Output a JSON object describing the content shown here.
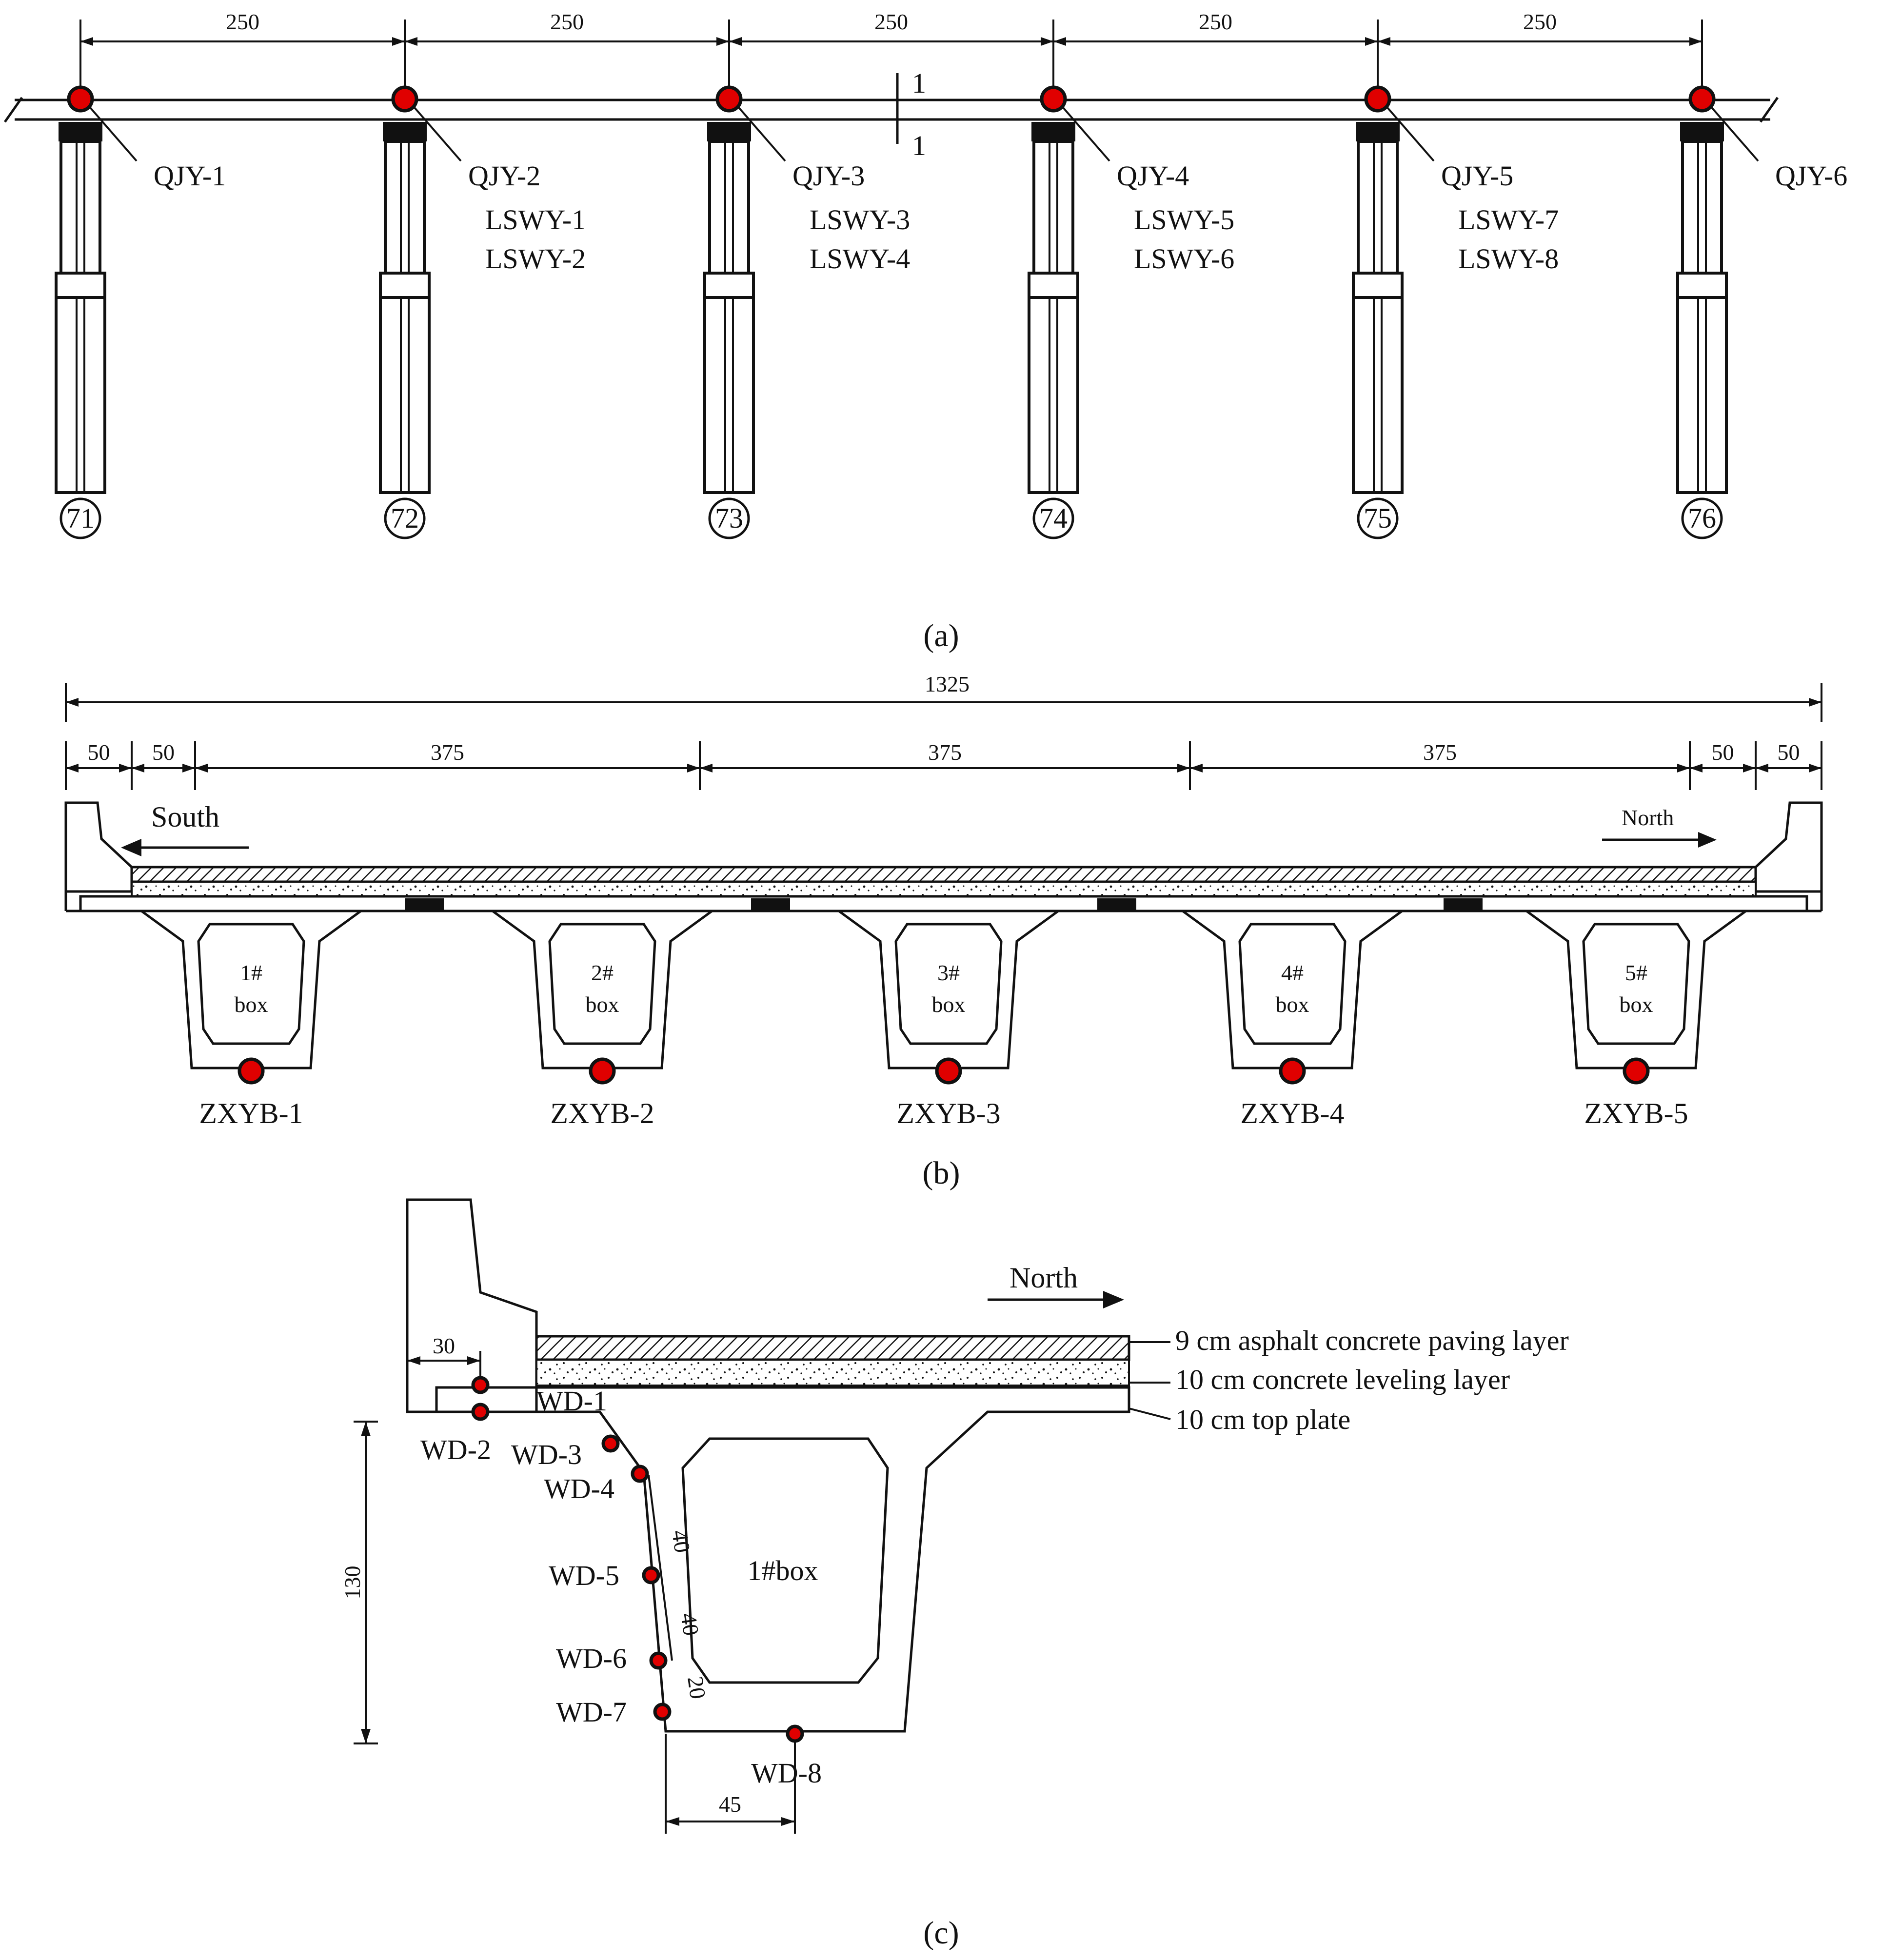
{
  "panel_a": {
    "spans": [
      "250",
      "250",
      "250",
      "250",
      "250"
    ],
    "section_mark": "1",
    "sensors": [
      {
        "id": "QJY-1",
        "extra": []
      },
      {
        "id": "QJY-2",
        "extra": [
          "LSWY-1",
          "LSWY-2"
        ]
      },
      {
        "id": "QJY-3",
        "extra": [
          "LSWY-3",
          "LSWY-4"
        ]
      },
      {
        "id": "QJY-4",
        "extra": [
          "LSWY-5",
          "LSWY-6"
        ]
      },
      {
        "id": "QJY-5",
        "extra": [
          "LSWY-7",
          "LSWY-8"
        ]
      },
      {
        "id": "QJY-6",
        "extra": []
      }
    ],
    "piers": [
      "71",
      "72",
      "73",
      "74",
      "75",
      "76"
    ],
    "caption": "(a)"
  },
  "panel_b": {
    "total_width": "1325",
    "segments": [
      "50",
      "50",
      "375",
      "375",
      "375",
      "50",
      "50"
    ],
    "south_label": "South",
    "north_label": "North",
    "boxes": [
      {
        "num": "1#",
        "word": "box",
        "sensor": "ZXYB-1"
      },
      {
        "num": "2#",
        "word": "box",
        "sensor": "ZXYB-2"
      },
      {
        "num": "3#",
        "word": "box",
        "sensor": "ZXYB-3"
      },
      {
        "num": "4#",
        "word": "box",
        "sensor": "ZXYB-4"
      },
      {
        "num": "5#",
        "word": "box",
        "sensor": "ZXYB-5"
      }
    ],
    "caption": "(b)"
  },
  "panel_c": {
    "north_label": "North",
    "layers": [
      "9 cm asphalt concrete paving layer",
      "10 cm concrete leveling layer",
      "10 cm top plate"
    ],
    "dim_top": "30",
    "dim_height": "130",
    "dim_bottom": "45",
    "web_dims": [
      "40",
      "40",
      "20"
    ],
    "box_label": "1#box",
    "sensors": [
      "WD-1",
      "WD-2",
      "WD-3",
      "WD-4",
      "WD-5",
      "WD-6",
      "WD-7",
      "WD-8"
    ],
    "caption": "(c)"
  },
  "colors": {
    "sensor": "#e00000",
    "line": "#111111"
  }
}
